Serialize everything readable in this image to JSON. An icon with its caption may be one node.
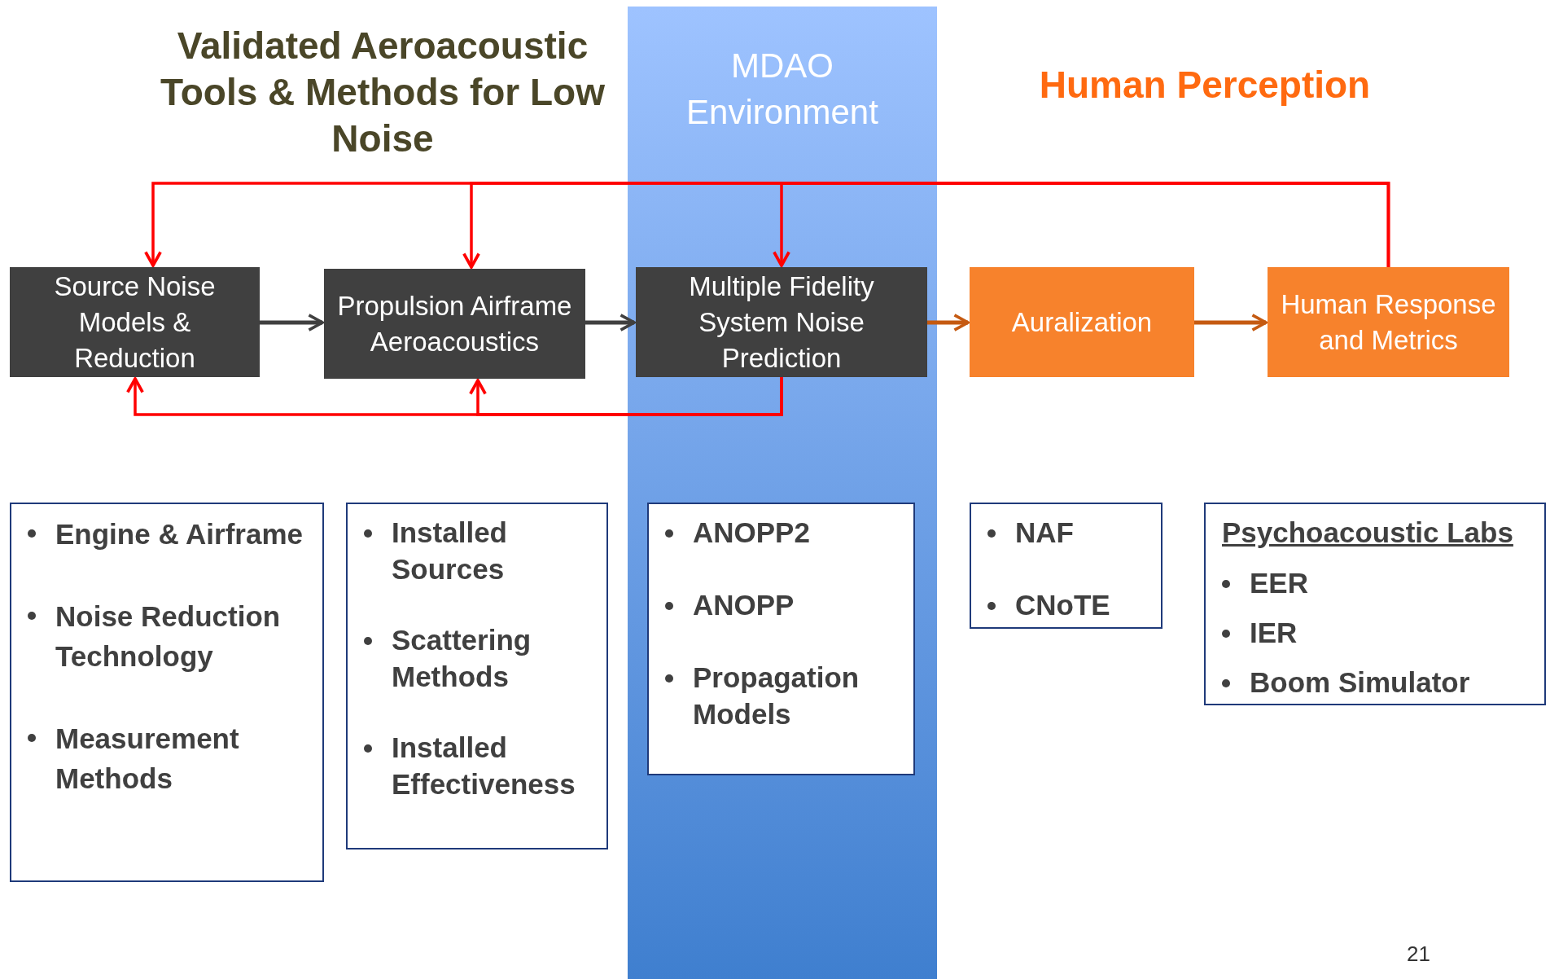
{
  "diagram": {
    "title": "Validated Aeroacoustic Tools & Methods for Low Noise",
    "nodes": [
      {
        "text": [
          "Source Noise Models & Reduction"
        ]
      },
      {
        "text": [
          "Propulsion Airframe Aeroacoustics"
        ]
      },
      {
        "text": [
          "Multiple Fidelity System Noise Prediction"
        ]
      },
      {
        "text": [
          "Auralization"
        ]
      },
      {
        "text": [
          "Human Response and Metrics"
        ]
      },
      {
        "text": [
          "Engine & Airframe",
          "Noise Reduction Technology",
          "Measurement Methods"
        ]
      },
      {
        "text": [
          "Installed Sources",
          "Scattering Methods",
          "Installed Effectiveness"
        ]
      },
      {
        "text": [
          "ANOPP2",
          "ANOPP",
          "Propagation Models"
        ]
      },
      {
        "text": [
          "NAF",
          "CNoTE"
        ]
      },
      {
        "text": [
          "Psychoacoustic Labs",
          "EER",
          "IER",
          "Boom Simulator"
        ]
      }
    ],
    "edges": [
      {
        "from": 0,
        "to": 1,
        "arrow": "to",
        "color": "#404040"
      },
      {
        "from": 1,
        "to": 2,
        "arrow": "to",
        "color": "#404040"
      },
      {
        "from": 2,
        "to": 3,
        "arrow": "to",
        "color": "#c55a11"
      },
      {
        "from": 3,
        "to": 4,
        "arrow": "to",
        "color": "#c55a11"
      },
      {
        "from": 4,
        "to": 0,
        "arrow": "to"
      },
      {
        "from": 4,
        "to": 1,
        "arrow": "to"
      },
      {
        "from": 4,
        "to": 2,
        "arrow": "to"
      },
      {
        "from": 2,
        "to": 0,
        "arrow": "to"
      },
      {
        "from": 2,
        "to": 1,
        "arrow": "to"
      }
    ],
    "labels": [
      "MDAO Environment",
      "Human Perception",
      "21"
    ]
  }
}
